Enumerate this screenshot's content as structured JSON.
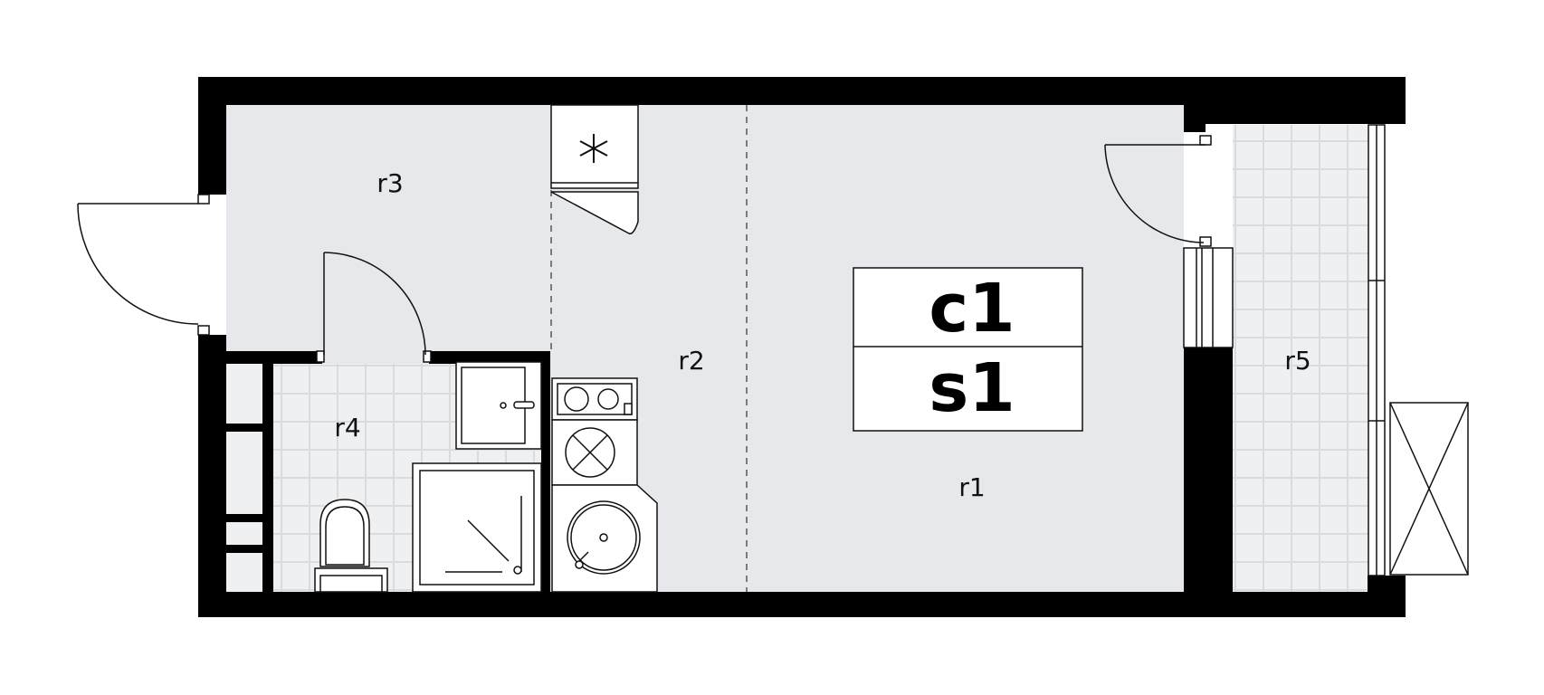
{
  "plan": {
    "colors": {
      "wall": "#000000",
      "floor": "#e6e8eb",
      "tile_grid": "#c9ccd0",
      "line": "#111111",
      "background": "#ffffff"
    },
    "rooms": {
      "r1": "r1",
      "r2": "r2",
      "r3": "r3",
      "r4": "r4",
      "r5": "r5"
    },
    "code_box": {
      "top": "c1",
      "bottom": "s1"
    },
    "icons": [
      "ventilation-asterisk-icon",
      "cooktop-icon",
      "oven-icon",
      "washing-machine-icon",
      "toilet-icon",
      "shower-tray-icon",
      "sink-icon",
      "air-conditioner-unit-icon"
    ]
  }
}
